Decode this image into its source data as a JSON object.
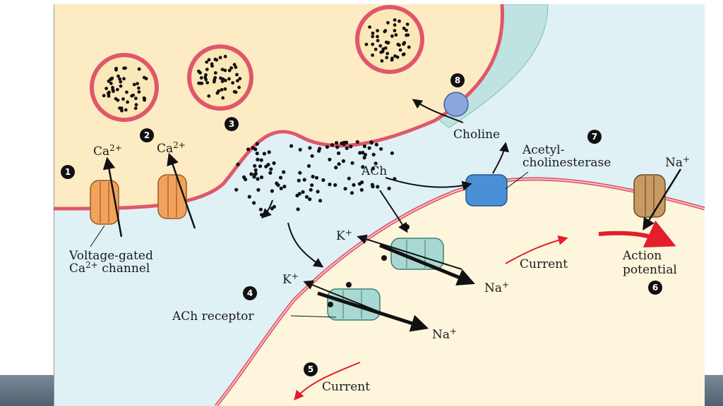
{
  "labels": {
    "ca_left": "Ca",
    "ca_right": "Ca",
    "ca_charge": "2+",
    "voltage_gated_line1": "Voltage-gated",
    "voltage_gated_ca": "Ca",
    "voltage_gated_charge": "2+",
    "voltage_gated_line2": " channel",
    "ach": "ACh",
    "choline": "Choline",
    "acetyl_line1": "Acetyl-",
    "acetyl_line2": "cholinesterase",
    "na_top": "Na",
    "k_upper": "K",
    "k_lower": "K",
    "na_upper": "Na",
    "na_lower": "Na",
    "plus": "+",
    "current_right": "Current",
    "current_bottom": "Current",
    "action_line1": "Action",
    "action_line2": "potential",
    "ach_receptor": "ACh receptor"
  },
  "badges": {
    "b1": "1",
    "b2": "2",
    "b3": "3",
    "b4": "4",
    "b5": "5",
    "b6": "6",
    "b7": "7",
    "b8": "8"
  },
  "colors": {
    "presynaptic": "#fdebc4",
    "postsynaptic": "#fdf6dd",
    "cleft": "#dff1f5",
    "membrane": "#e0576b",
    "glia": "#bfe3e0",
    "ca_channel": "#f3a25c",
    "ach_receptor": "#a9d8d2",
    "esterase": "#4a90d6",
    "choline_transporter": "#8ba6dd",
    "na_channel": "#c99a63",
    "current_arrow": "#e21f2b"
  }
}
